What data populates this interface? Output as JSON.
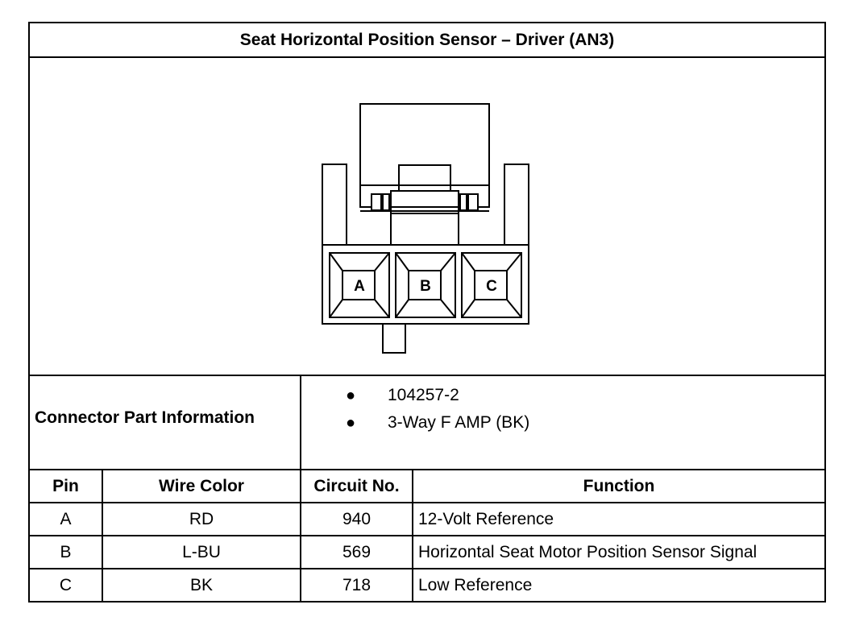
{
  "title": "Seat Horizontal Position Sensor – Driver (AN3)",
  "connector": {
    "cavities": [
      "A",
      "B",
      "C"
    ]
  },
  "part_info": {
    "label": "Connector Part Information",
    "items": [
      "104257-2",
      "3-Way F AMP (BK)"
    ]
  },
  "table": {
    "headers": [
      "Pin",
      "Wire Color",
      "Circuit No.",
      "Function"
    ],
    "rows": [
      {
        "pin": "A",
        "wire_color": "RD",
        "circuit": "940",
        "function": "12-Volt Reference"
      },
      {
        "pin": "B",
        "wire_color": "L-BU",
        "circuit": "569",
        "function": "Horizontal Seat Motor Position Sensor Signal"
      },
      {
        "pin": "C",
        "wire_color": "BK",
        "circuit": "718",
        "function": "Low Reference"
      }
    ]
  }
}
